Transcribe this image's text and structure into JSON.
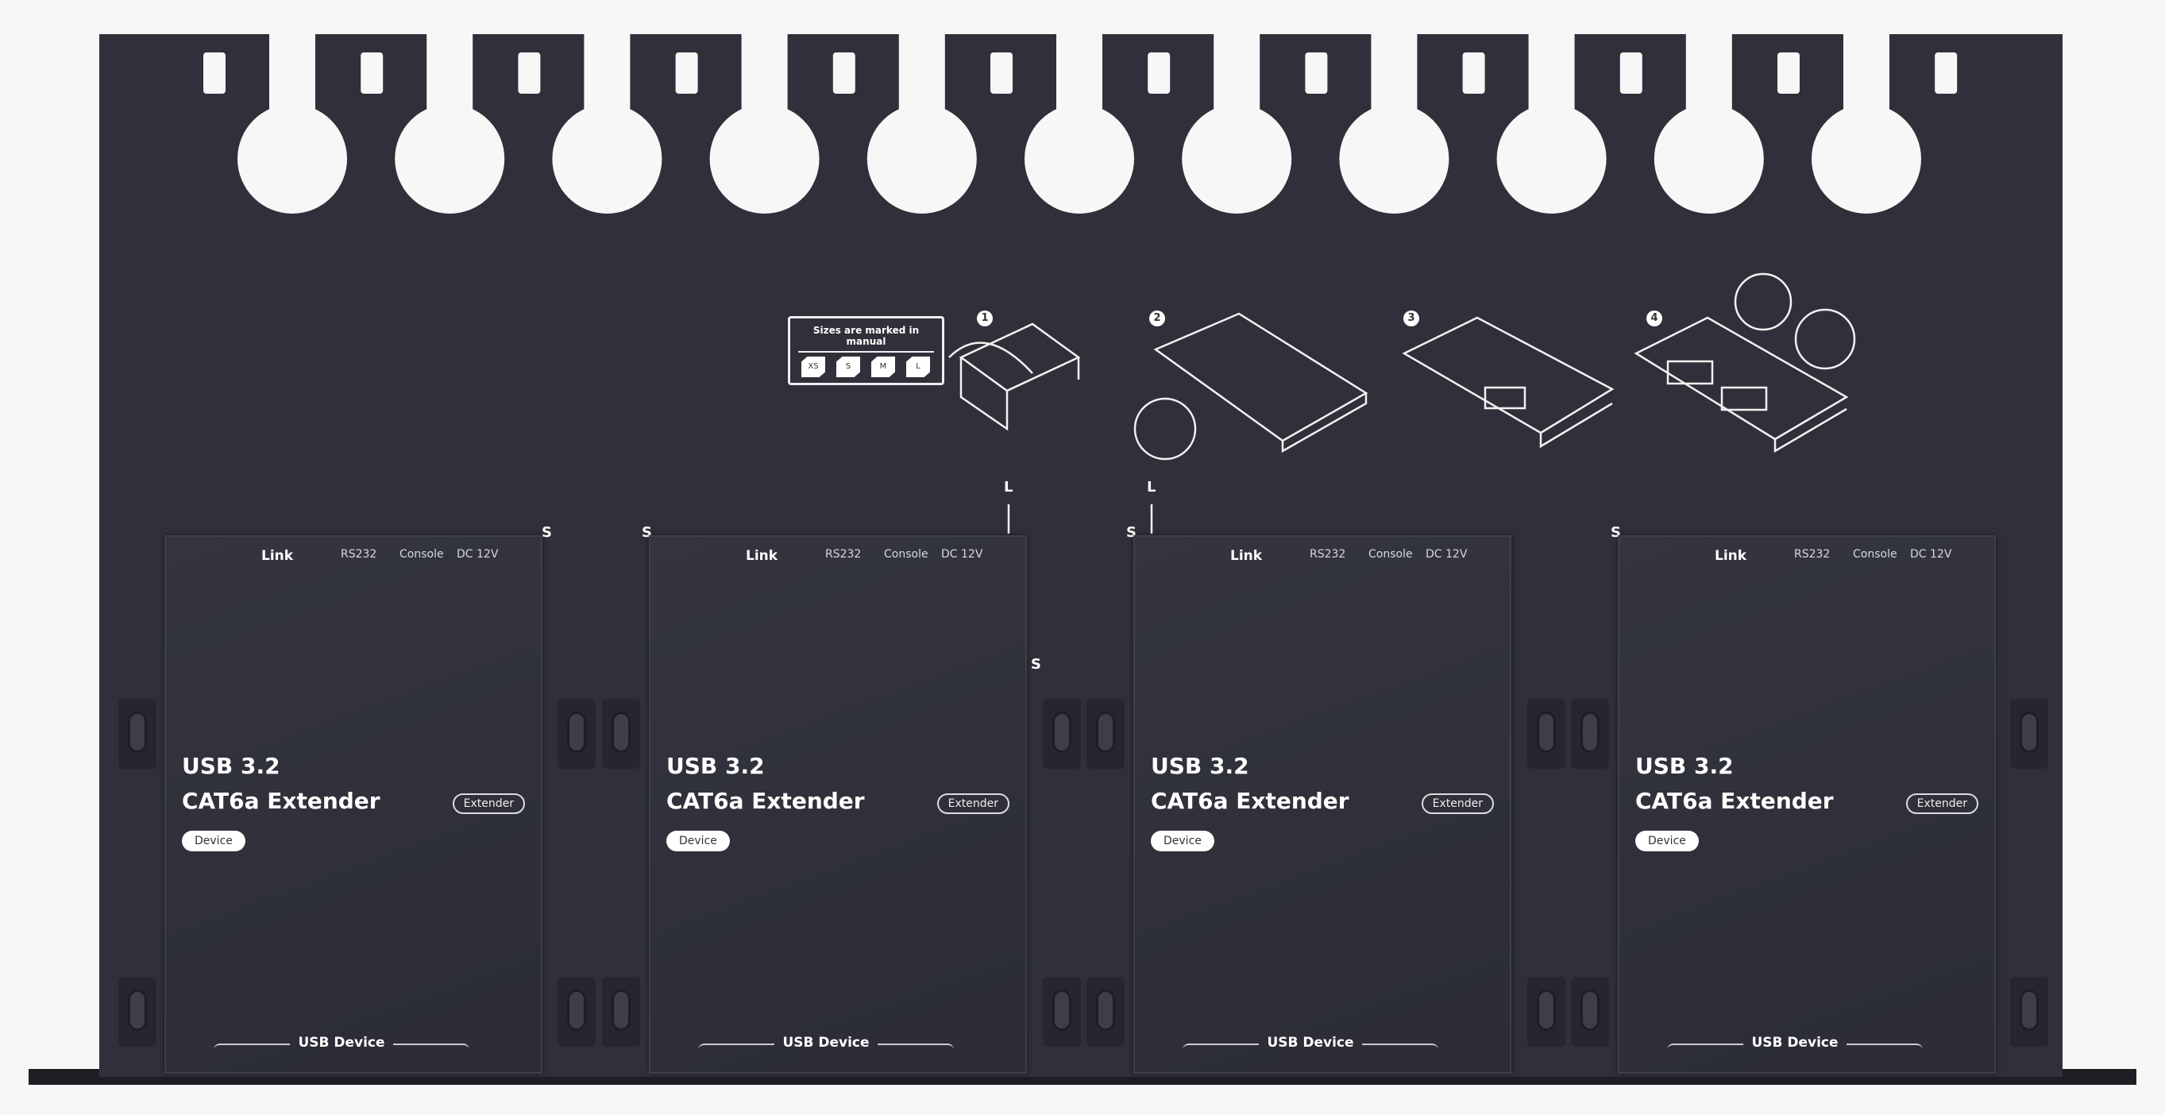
{
  "instructions": {
    "caption": "Sizes are marked in manual",
    "sizes": [
      "XS",
      "S",
      "M",
      "L"
    ],
    "steps": [
      "1",
      "2",
      "3",
      "4"
    ]
  },
  "markers": {
    "s": "S",
    "l": "L"
  },
  "devices": [
    {
      "ports": [
        "Link",
        "RS232",
        "Console",
        "DC 12V"
      ],
      "title_line1": "USB 3.2",
      "title_line2": "CAT6a Extender",
      "type_badge": "Extender",
      "role_badge": "Device",
      "bottom_label": "USB Device"
    },
    {
      "ports": [
        "Link",
        "RS232",
        "Console",
        "DC 12V"
      ],
      "title_line1": "USB 3.2",
      "title_line2": "CAT6a Extender",
      "type_badge": "Extender",
      "role_badge": "Device",
      "bottom_label": "USB Device"
    },
    {
      "ports": [
        "Link",
        "RS232",
        "Console",
        "DC 12V"
      ],
      "title_line1": "USB 3.2",
      "title_line2": "CAT6a Extender",
      "type_badge": "Extender",
      "role_badge": "Device",
      "bottom_label": "USB Device"
    },
    {
      "ports": [
        "Link",
        "RS232",
        "Console",
        "DC 12V"
      ],
      "title_line1": "USB 3.2",
      "title_line2": "CAT6a Extender",
      "type_badge": "Extender",
      "role_badge": "Device",
      "bottom_label": "USB Device"
    }
  ]
}
